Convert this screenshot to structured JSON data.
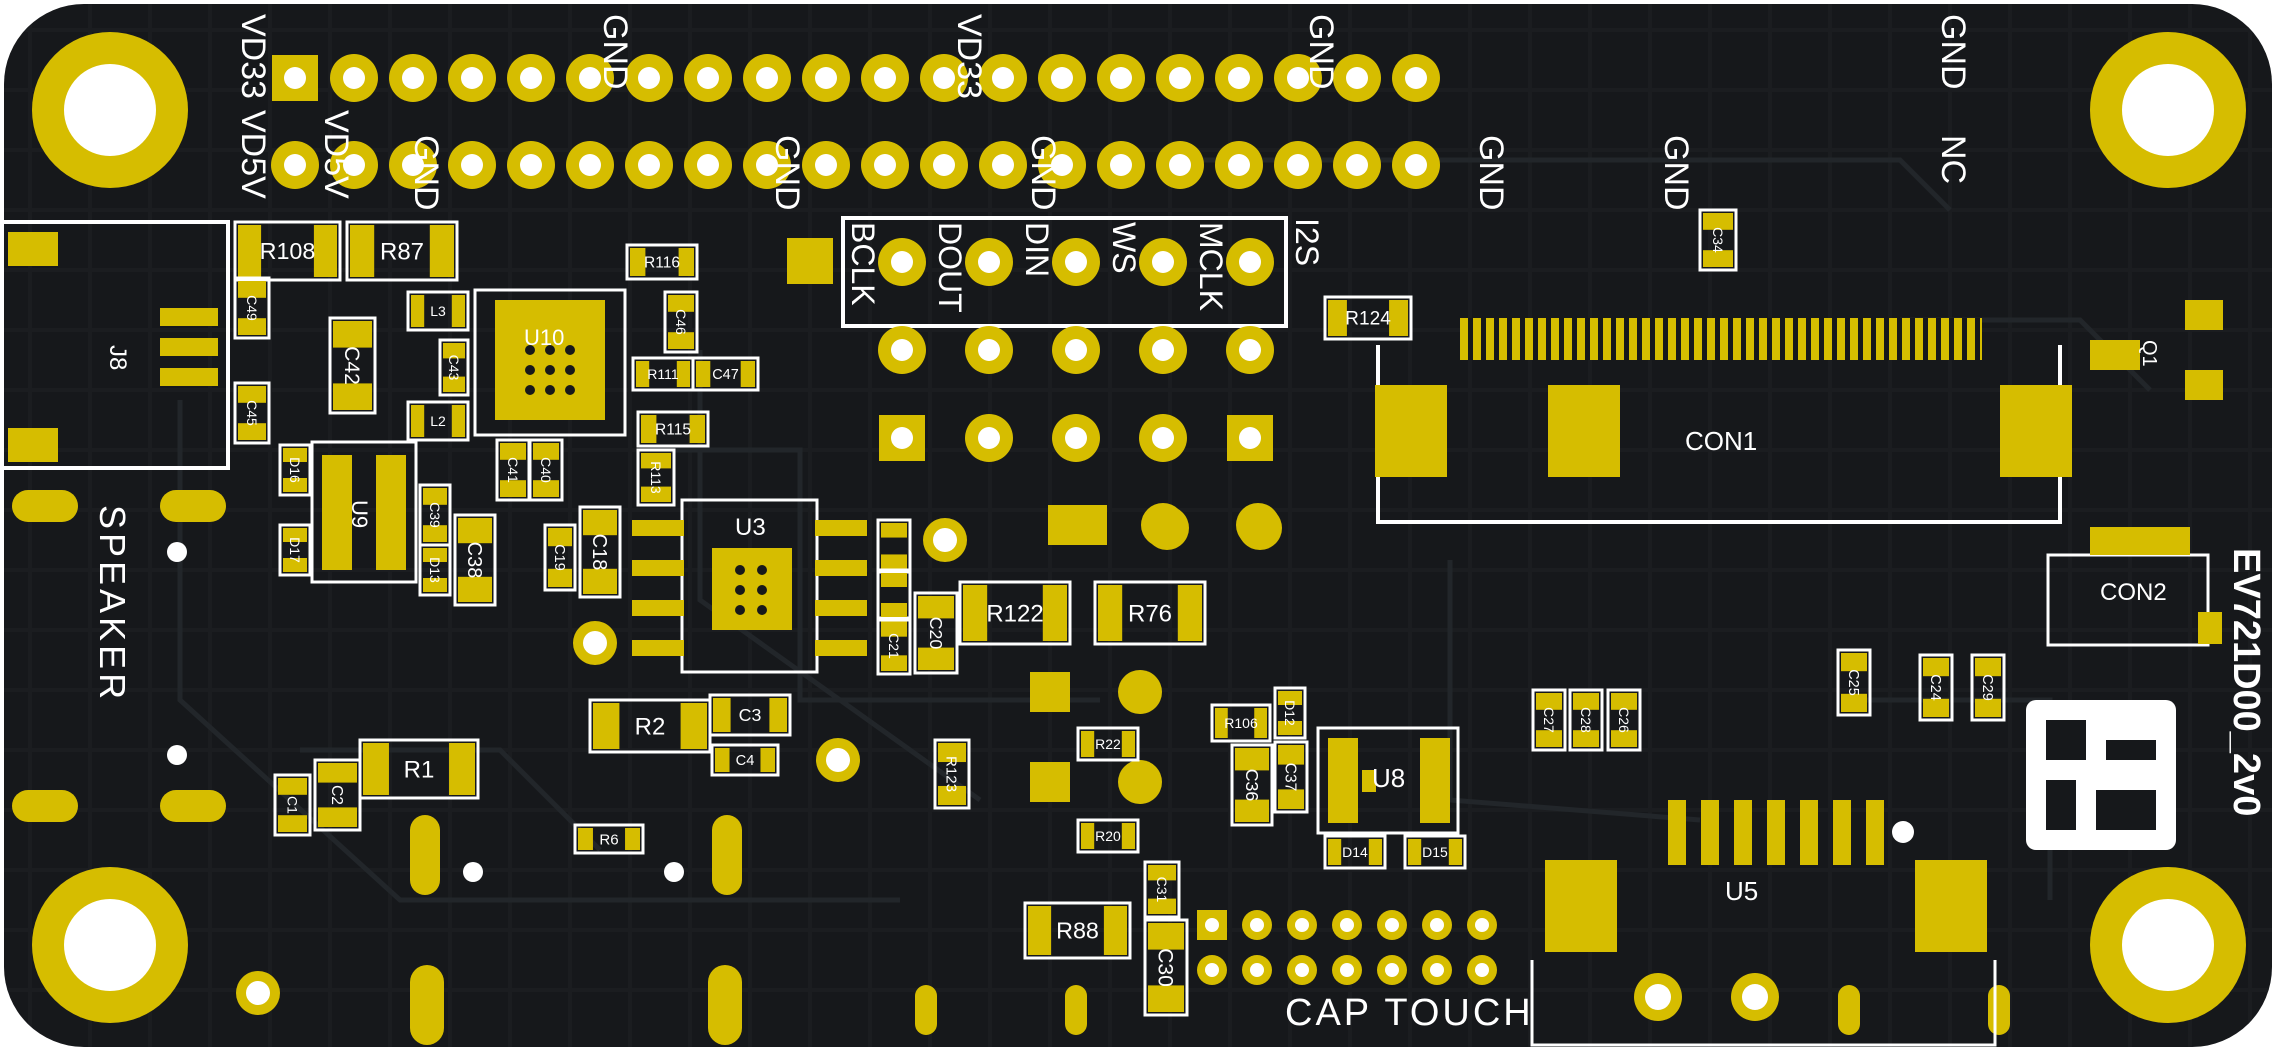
{
  "board": {
    "name": "EV721D00_2v0",
    "colors": {
      "pcb": "#16181b",
      "trace": "#22262a",
      "copper": "#d6bd00",
      "silkscreen": "#ffffff"
    }
  },
  "header": {
    "top_labels": [
      "VD33",
      "GND",
      "VD33",
      "GND",
      "GND"
    ],
    "bottom_labels": [
      "VD5V",
      "VD5V",
      "GND",
      "GND",
      "GND",
      "GND",
      "GND",
      "NC"
    ]
  },
  "i2s": {
    "title": "I2S",
    "pins": [
      "BCLK",
      "DOUT",
      "DIN",
      "WS",
      "MCLK"
    ]
  },
  "labels": {
    "speaker": "SPEAKER",
    "cap_touch": "CAP TOUCH"
  },
  "refs": {
    "U3": "U3",
    "U5": "U5",
    "U8": "U8",
    "U9": "U9",
    "U10": "U10",
    "J8": "J8",
    "CON1": "CON1",
    "CON2": "CON2",
    "Q1": "Q1",
    "R1": "R1",
    "R2": "R2",
    "R6": "R6",
    "R20": "R20",
    "R22": "R22",
    "R76": "R76",
    "R87": "R87",
    "R88": "R88",
    "R108": "R108",
    "R122": "R122",
    "R124": "R124",
    "R106": "R106",
    "R115": "R115",
    "R116": "R116",
    "R111": "R111",
    "R113": "R113",
    "R123": "R123",
    "C1": "C1",
    "C2": "C2",
    "C3": "C3",
    "C4": "C4",
    "C18": "C18",
    "C19": "C19",
    "C20": "C20",
    "C21": "C21",
    "C24": "C24",
    "C25": "C25",
    "C26": "C26",
    "C27": "C27",
    "C28": "C28",
    "C29": "C29",
    "C30": "C30",
    "C31": "C31",
    "C34": "C34",
    "C36": "C36",
    "C37": "C37",
    "C38": "C38",
    "C39": "C39",
    "C40": "C40",
    "C41": "C41",
    "C42": "C42",
    "C43": "C43",
    "C45": "C45",
    "C46": "C46",
    "C47": "C47",
    "C49": "C49",
    "L2": "L2",
    "L3": "L3",
    "D12": "D12",
    "D13": "D13",
    "D14": "D14",
    "D15": "D15",
    "D16": "D16",
    "D17": "D17"
  }
}
